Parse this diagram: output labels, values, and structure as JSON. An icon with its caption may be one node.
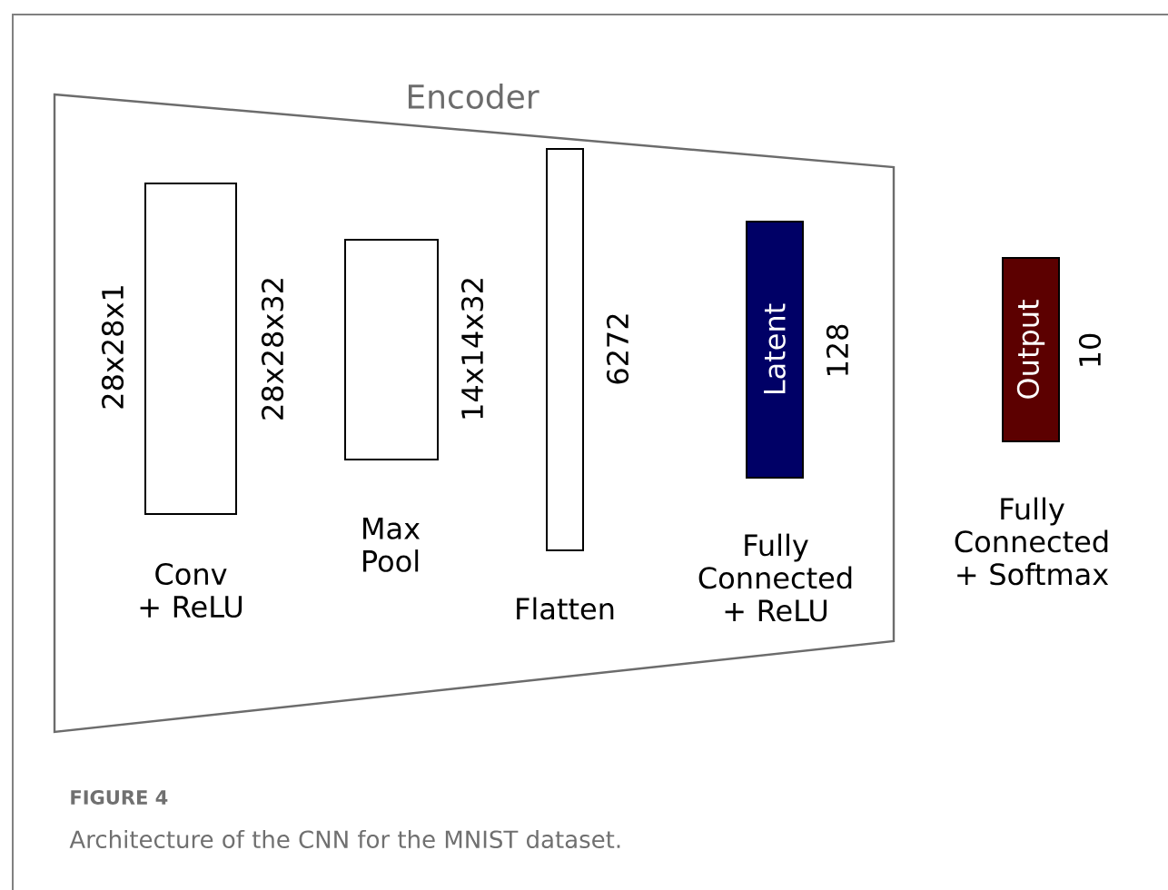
{
  "diagram": {
    "caption": "Architecture of the CNN for the MNIST dataset.",
    "nodes": [
      {
        "text": [
          "Encoder"
        ]
      },
      {
        "text": [],
        "shape": "box",
        "in": 0,
        "beside": [
          "28x28x1",
          "28x28x32",
          "Conv + ReLU"
        ]
      },
      {
        "text": [],
        "shape": "box",
        "in": 0,
        "beside": [
          "14x14x32",
          "Max Pool"
        ]
      },
      {
        "text": [],
        "shape": "box",
        "in": 0,
        "beside": [
          "6272",
          "Flatten"
        ]
      },
      {
        "text": [
          "Latent"
        ],
        "in": 0,
        "beside": [
          "128",
          "Fully Connected + ReLU"
        ]
      },
      {
        "text": [
          "Output"
        ],
        "beside": [
          "10",
          "Fully Connected + Softmax"
        ]
      }
    ],
    "labels": [
      "FIGURE 4"
    ]
  }
}
